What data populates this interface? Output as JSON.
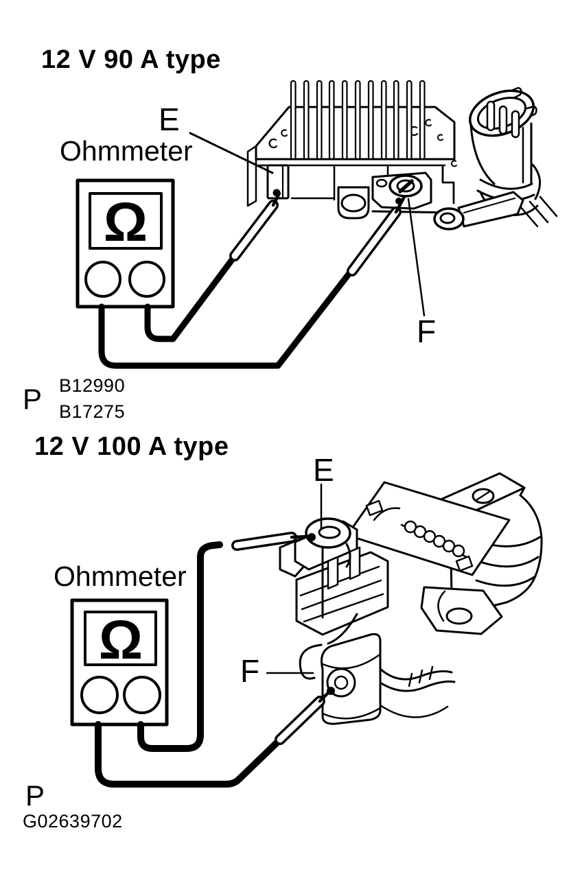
{
  "palette": {
    "ink": "#000000",
    "paper": "#ffffff"
  },
  "figures": [
    {
      "title": "12 V 90 A type",
      "meter": {
        "label": "Ohmmeter",
        "symbol": "Ω"
      },
      "terminals": {
        "e": "E",
        "f": "F",
        "p": "P"
      },
      "refs": [
        "B12990",
        "B17275"
      ]
    },
    {
      "title": "12 V 100 A type",
      "meter": {
        "label": "Ohmmeter",
        "symbol": "Ω"
      },
      "terminals": {
        "e": "E",
        "f": "F",
        "p": "P"
      },
      "refs": [
        "G02639702"
      ]
    }
  ]
}
